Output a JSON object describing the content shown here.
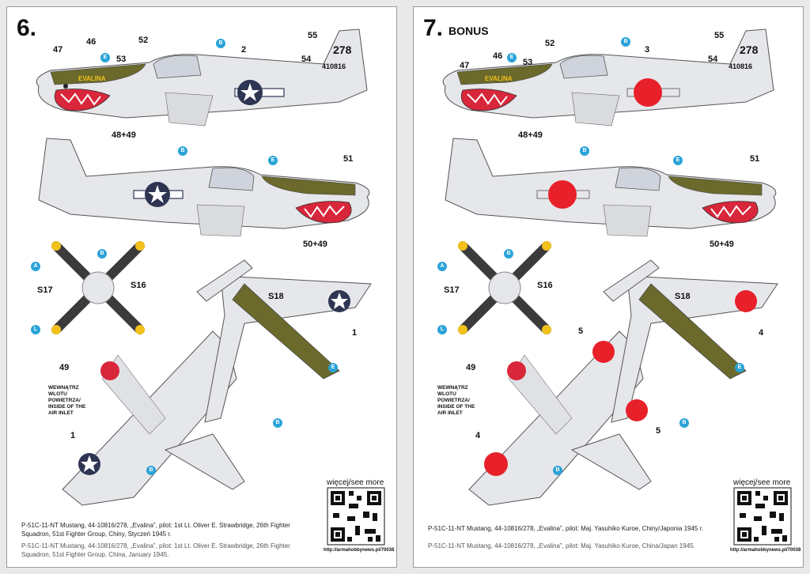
{
  "sheets": [
    {
      "id": "6",
      "number": "6.",
      "bonus": "",
      "tail_number": "278",
      "serial": "410816",
      "nose_name": "EVALINA",
      "callouts": {
        "c47": "47",
        "c46": "46",
        "c52": "52",
        "c53": "53",
        "c2": "2",
        "c55": "55",
        "c54": "54",
        "c4849": "48+49",
        "c51": "51",
        "c5049": "50+49",
        "cS17": "S17",
        "cS16": "S16",
        "cS18": "S18",
        "c49": "49",
        "c1": "1",
        "c1b": "1"
      },
      "insignia_color": "#2d3553",
      "air_inlet_note": "WEWNĄTRZ WLOTU POWIETRZA/ INSIDE OF THE AIR INLET",
      "qr_caption": "więcej/see more",
      "qr_url": "http://armahobbynews.pl/70038",
      "caption_pl": "P-51C-11-NT Mustang, 44-10816/278, „Evalina”, pilot: 1st Lt. Oliver E. Strawbridge, 26th Fighter Squadron, 51st Fighter Group, Chiny, Styczeń 1945 r.",
      "caption_en": "P-51C-11-NT Mustang, 44-10816/278, „Evalina”, pilot: 1st Lt. Oliver E. Strawbridge, 26th Fighter Squadron, 51st Fighter Group, China, January 1945."
    },
    {
      "id": "7",
      "number": "7.",
      "bonus": "BONUS",
      "tail_number": "278",
      "serial": "410816",
      "nose_name": "EVALINA",
      "callouts": {
        "c47": "47",
        "c46": "46",
        "c52": "52",
        "c53": "53",
        "c3": "3",
        "c55": "55",
        "c54": "54",
        "c4849": "48+49",
        "c51": "51",
        "c5049": "50+49",
        "cS17": "S17",
        "cS16": "S16",
        "cS18": "S18",
        "c49": "49",
        "c4": "4",
        "c4b": "4",
        "c5": "5",
        "c5b": "5"
      },
      "insignia_color": "#e8202a",
      "air_inlet_note": "WEWNĄTRZ WLOTU POWIETRZA/ INSIDE OF THE AIR INLET",
      "qr_caption": "więcej/see more",
      "qr_url": "http://armahobbynews.pl/70038",
      "caption_pl": "P-51C-11-NT Mustang, 44-10816/278, „Evalina”, pilot: Maj. Yasuhiko Kuroe, Chiny/Japonia 1945 r.",
      "caption_en": "P-51C-11-NT Mustang, 44-10816/278, „Evalina”, pilot: Maj. Yasuhiko Kuroe, China/Japan 1945."
    }
  ],
  "paint_badges": {
    "a": "A",
    "b": "B",
    "e": "E",
    "l": "L"
  },
  "colors": {
    "olive": "#6b6a2c",
    "silver": "#e6e7ea",
    "mouth_red": "#d8263a",
    "prop_yellow": "#f2c21b",
    "prop_black": "#3b3b3b",
    "callout_blue": "#2aa3d8"
  }
}
